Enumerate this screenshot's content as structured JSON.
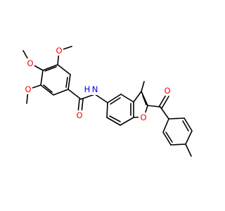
{
  "colors": {
    "background": "#ffffff",
    "bond": "#000000",
    "oxygen": "#ff0000",
    "nitrogen": "#0000ff"
  },
  "atoms": {
    "o_methoxy_top": "O",
    "o_methoxy_middle": "O",
    "o_methoxy_lower": "O",
    "o_amide": "O",
    "n_amide": "N",
    "h_amide": "H",
    "o_furan": "O",
    "o_ketone": "O"
  }
}
